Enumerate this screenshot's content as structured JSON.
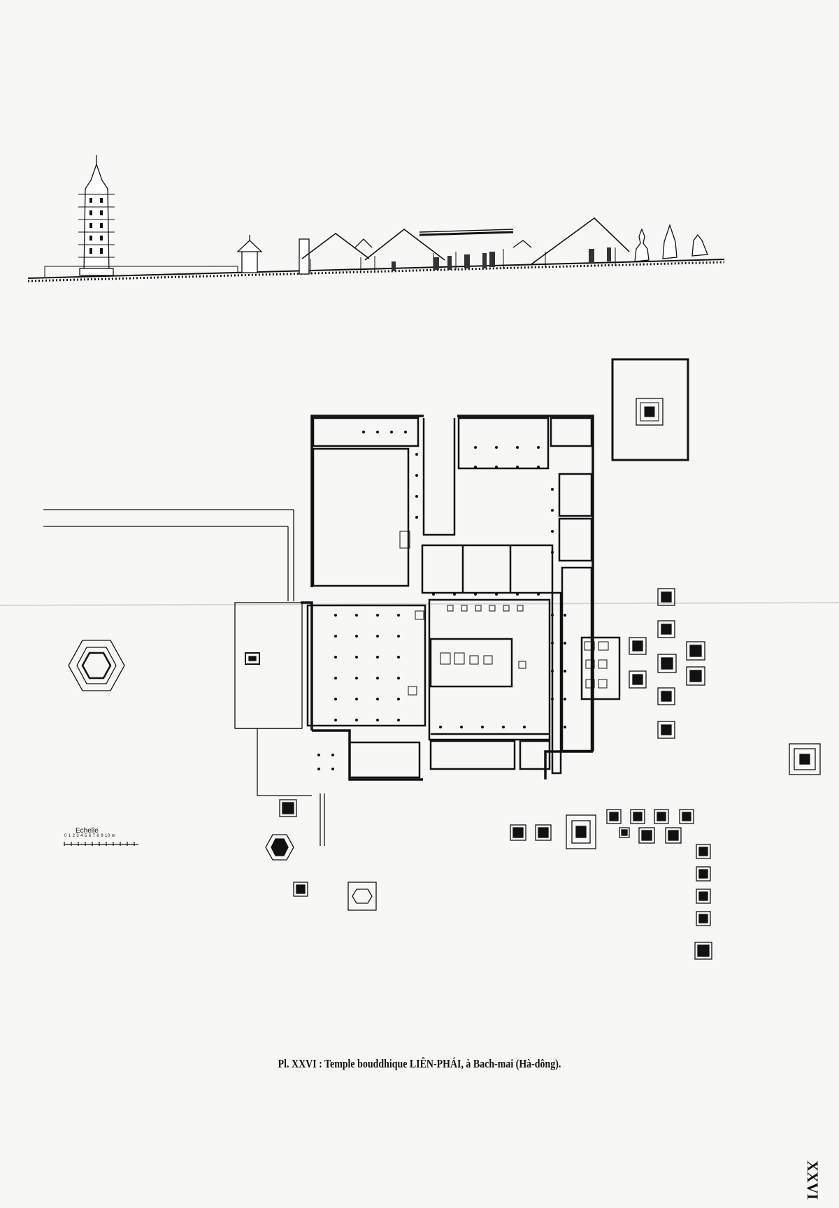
{
  "plate": {
    "caption": "Pl. XXVI : Temple bouddhique LIÊN-PHÁI, à Bach-mai (Hà-dông).",
    "plate_number": "XXVI"
  },
  "scale": {
    "label": "Echelle",
    "ticks": "0 1 2 3 4 5 6 7 8 9 10 m"
  },
  "colors": {
    "paper": "#f7f7f5",
    "ink": "#111111"
  }
}
